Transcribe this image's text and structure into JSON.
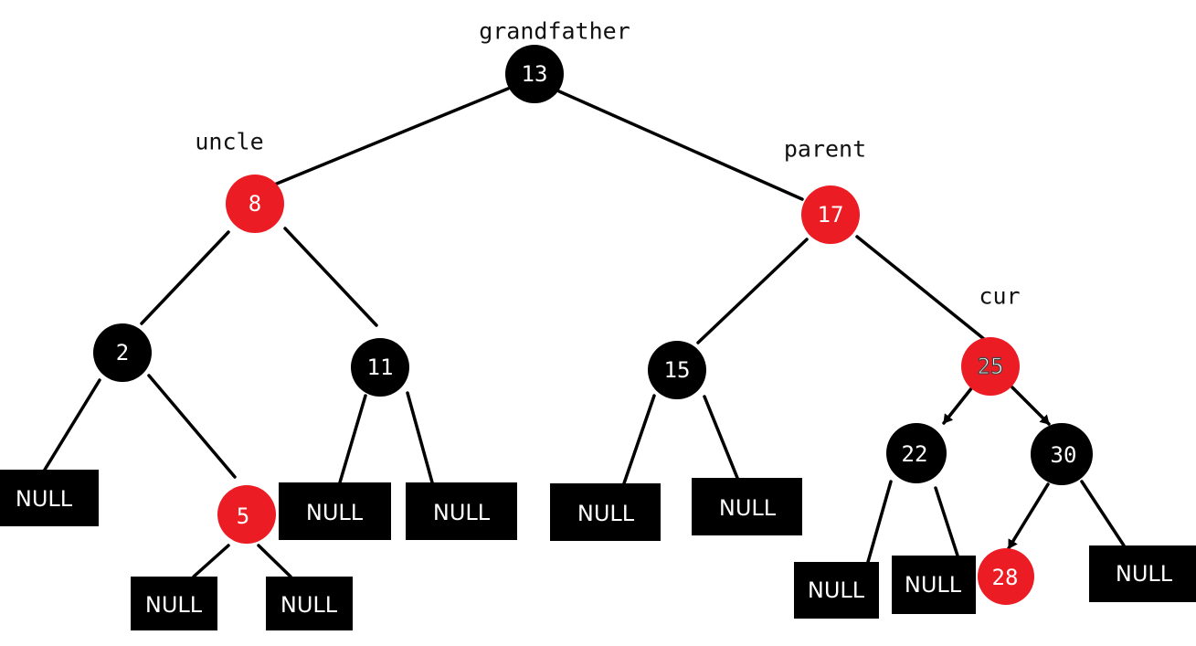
{
  "colors": {
    "black_node": "#000000",
    "red_node": "#ec1c24",
    "null_box": "#000000",
    "edge": "#000000",
    "label": "#111111"
  },
  "labels": {
    "grandfather": "grandfather",
    "uncle": "uncle",
    "parent": "parent",
    "cur": "cur"
  },
  "nodes": {
    "n13": {
      "value": "13",
      "color": "black"
    },
    "n8": {
      "value": "8",
      "color": "red"
    },
    "n17": {
      "value": "17",
      "color": "red"
    },
    "n2": {
      "value": "2",
      "color": "black"
    },
    "n11": {
      "value": "11",
      "color": "black"
    },
    "n15": {
      "value": "15",
      "color": "black"
    },
    "n25": {
      "value": "25",
      "color": "red"
    },
    "n5": {
      "value": "5",
      "color": "red"
    },
    "n22": {
      "value": "22",
      "color": "black"
    },
    "n30": {
      "value": "30",
      "color": "black"
    },
    "n28": {
      "value": "28",
      "color": "red"
    }
  },
  "null_label": "NULL"
}
